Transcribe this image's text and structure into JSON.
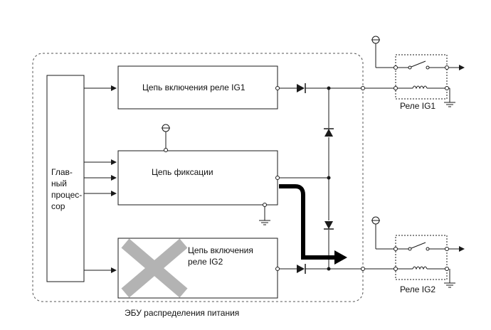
{
  "labels": {
    "ig1_circuit": "Цепь включения реле IG1",
    "latch_circuit": "Цепь фиксации",
    "ig2_circuit_line1": "Цепь включения",
    "ig2_circuit_line2": "реле IG2",
    "cpu_line1": "Глав-",
    "cpu_line2": "ный",
    "cpu_line3": "процес-",
    "cpu_line4": "сор",
    "relay_ig1": "Реле IG1",
    "relay_ig2": "Реле IG2",
    "ecu": "ЭБУ распределения питания"
  },
  "colors": {
    "line": "#1a1a1a",
    "cross": "#b3b3b3",
    "boundary": "#555555"
  }
}
